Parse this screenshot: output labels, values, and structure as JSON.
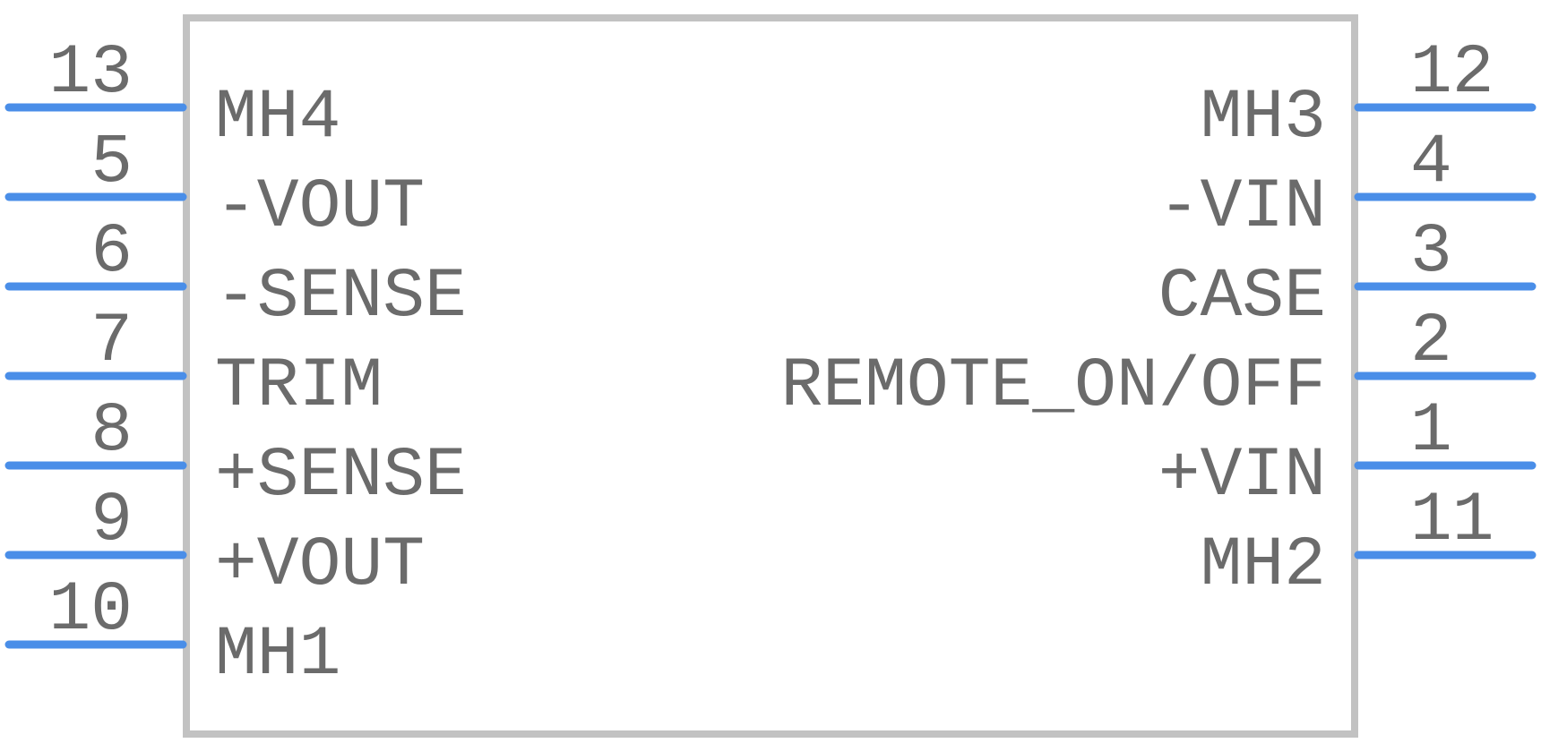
{
  "component": {
    "left_pins": [
      {
        "number": "13",
        "name": "MH4"
      },
      {
        "number": "5",
        "name": "-VOUT"
      },
      {
        "number": "6",
        "name": "-SENSE"
      },
      {
        "number": "7",
        "name": "TRIM"
      },
      {
        "number": "8",
        "name": "+SENSE"
      },
      {
        "number": "9",
        "name": "+VOUT"
      },
      {
        "number": "10",
        "name": "MH1"
      }
    ],
    "right_pins": [
      {
        "number": "12",
        "name": "MH3"
      },
      {
        "number": "4",
        "name": "-VIN"
      },
      {
        "number": "3",
        "name": "CASE"
      },
      {
        "number": "2",
        "name": "REMOTE_ON/OFF"
      },
      {
        "number": "1",
        "name": "+VIN"
      },
      {
        "number": "11",
        "name": "MH2"
      }
    ]
  },
  "colors": {
    "pin_line": "#4a8ee8",
    "body_outline": "#c2c2c2",
    "text": "#6b6b6b"
  }
}
